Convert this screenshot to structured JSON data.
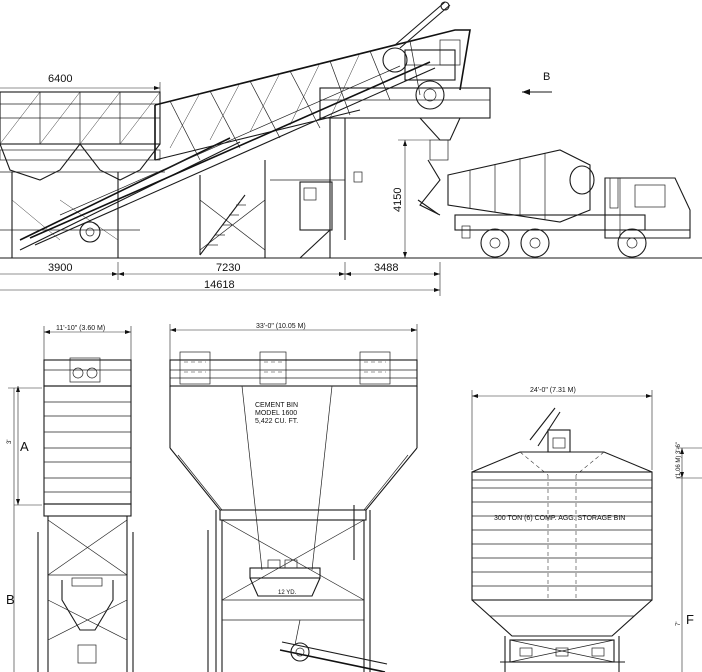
{
  "elevation": {
    "dims": {
      "d6400": "6400",
      "d3900": "3900",
      "d7230": "7230",
      "d3488": "3488",
      "d14618": "14618",
      "d4150": "4150"
    },
    "view_label": "B"
  },
  "cement_elev": {
    "width_dim": "11'-10\" (3.60 M)",
    "marker_a": "A",
    "marker_b": "B",
    "small_mark": "3'"
  },
  "cement_bin": {
    "width_dim": "33'-0\" (10.05 M)",
    "title_lines": [
      "CEMENT BIN",
      "MODEL 1600",
      "5,422 CU. FT."
    ],
    "scale_label": "12 YD."
  },
  "agg_bin": {
    "width_dim": "24'-0\" (7.31 M)",
    "label": "300 TON (6) COMP. AGG. STORAGE BIN",
    "side_dim": "(1.06 M) 3'-6\"",
    "marker_f": "F",
    "small_mark": "7'"
  }
}
